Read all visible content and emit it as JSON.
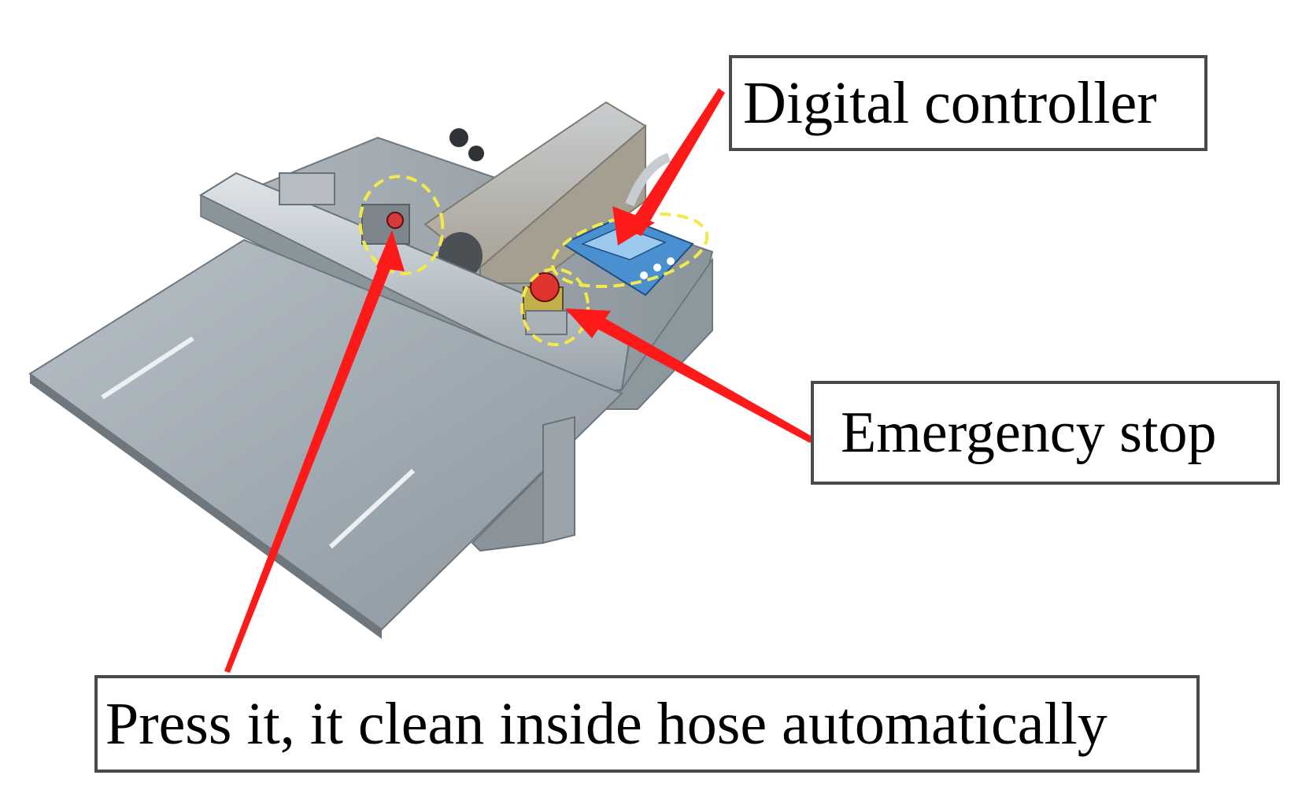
{
  "callouts": {
    "digital_controller": "Digital controller",
    "emergency_stop": "Emergency stop",
    "press_it": "Press it, it clean inside hose automatically"
  },
  "colors": {
    "arrow": "#ff1a1a",
    "highlight_ring": "#f2e94a",
    "box_border": "#4a4a4a",
    "machine_steel": "#9ea8b0",
    "controller_panel": "#4a8fd0"
  },
  "icons": [
    "digital-controller-icon",
    "emergency-stop-button-icon",
    "hose-clean-button-icon"
  ]
}
